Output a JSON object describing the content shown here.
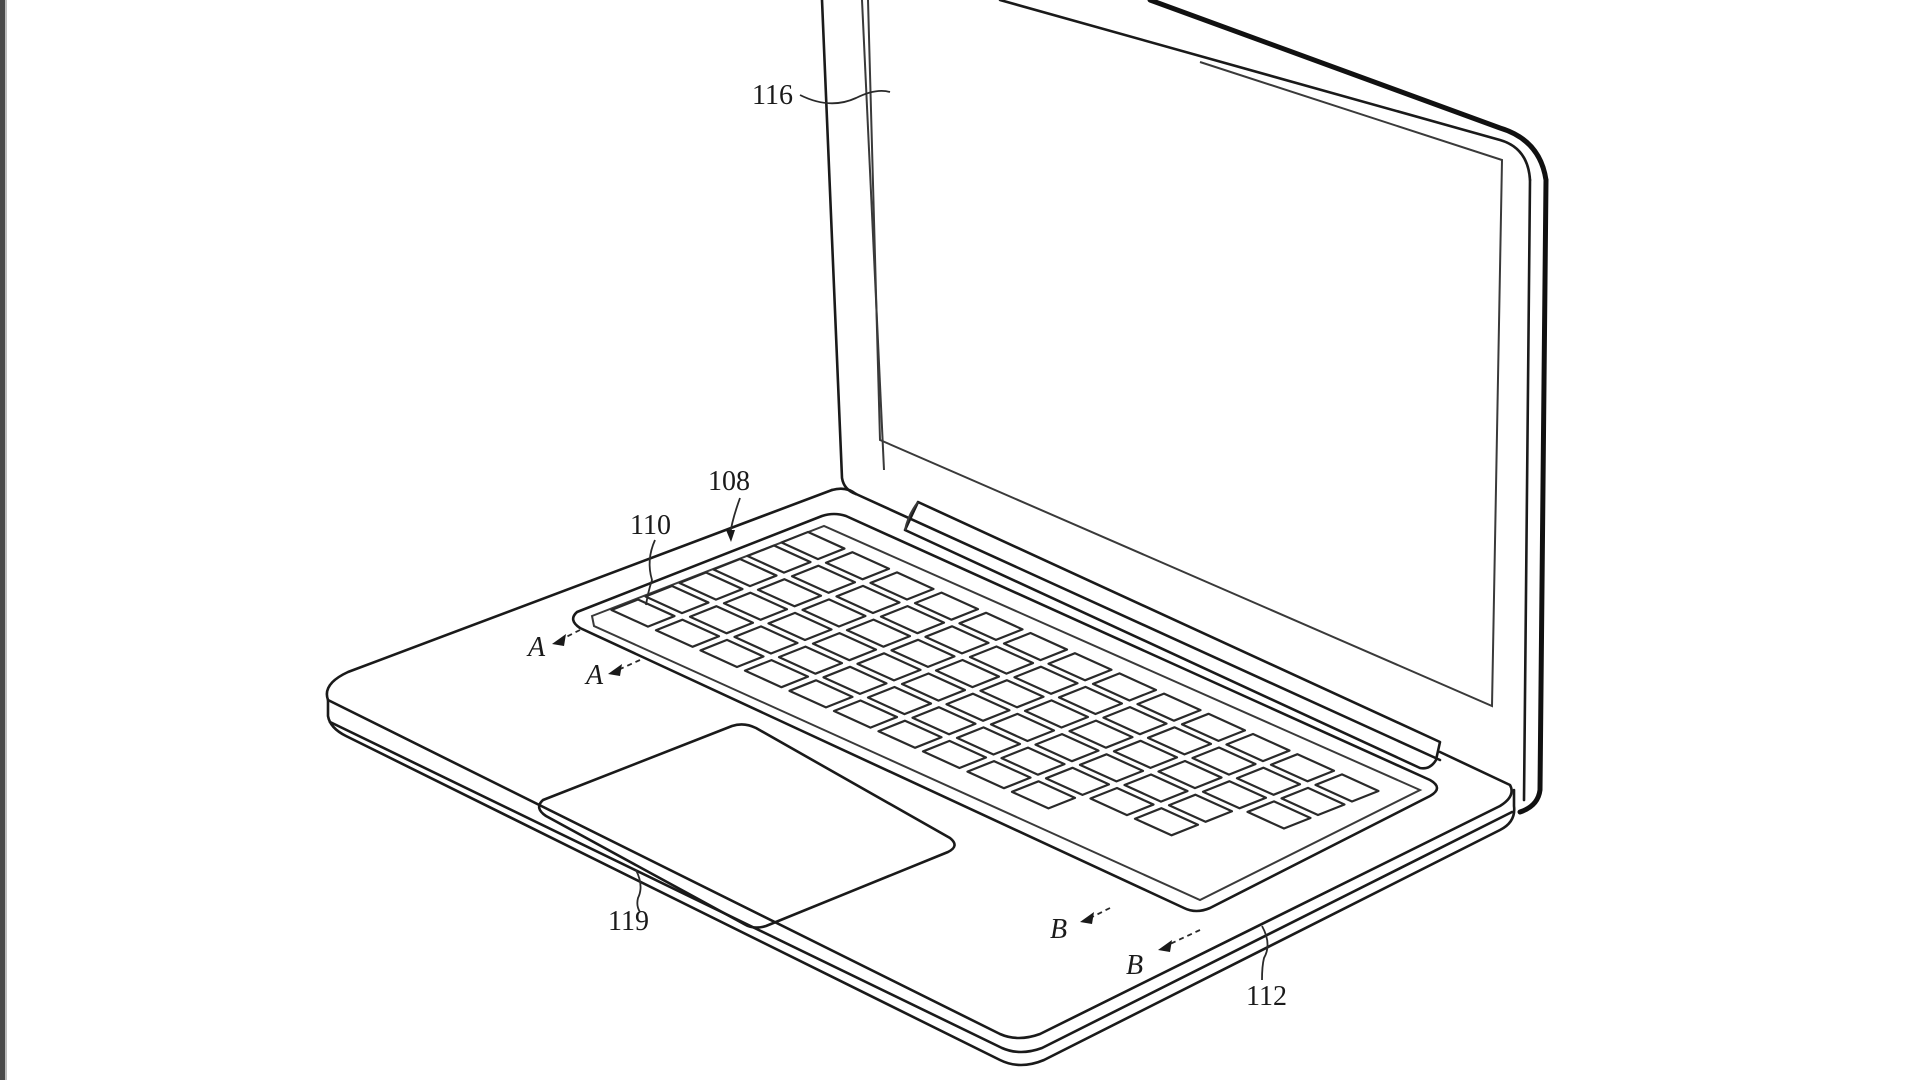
{
  "figure": {
    "type": "patent-line-drawing",
    "subject": "laptop computer, perspective view",
    "colors": {
      "line": "#1a1a1a",
      "background": "#ffffff",
      "left_border": "#4a4a4a"
    }
  },
  "labels": {
    "display": "116",
    "keyboard_area": "108",
    "key": "110",
    "trackpad": "119",
    "base_housing": "112",
    "section_a_1": "A",
    "section_a_2": "A",
    "section_b_1": "B",
    "section_b_2": "B"
  }
}
